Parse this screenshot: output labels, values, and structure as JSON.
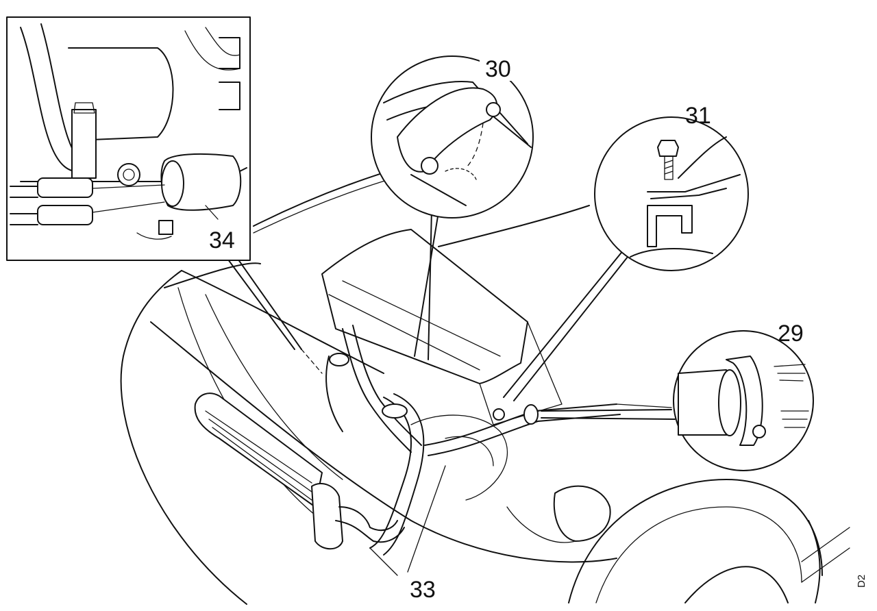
{
  "callouts": {
    "c29": "29",
    "c30": "30",
    "c31": "31",
    "c33": "33",
    "c34": "34"
  },
  "figure_code": "D2",
  "colors": {
    "ink": "#111111",
    "paper": "#ffffff"
  }
}
